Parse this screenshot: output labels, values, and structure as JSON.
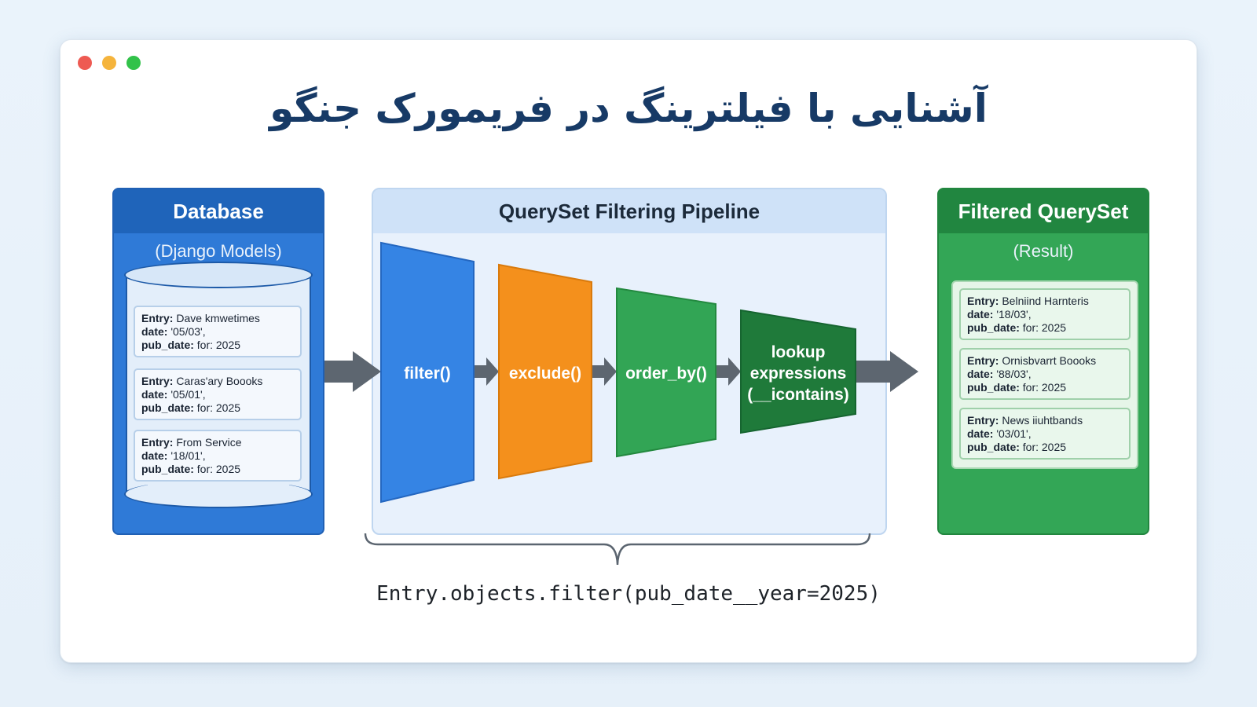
{
  "window": {
    "controls": [
      "close",
      "minimize",
      "maximize"
    ]
  },
  "title": "آشنایی با فیلترینگ در فریمورک جنگو",
  "database": {
    "header": "Database",
    "subtitle": "(Django Models)",
    "records": [
      {
        "entry_label": "Entry:",
        "entry": " Dave kmwetimes",
        "date_label": "date:",
        "date": " '05/03',",
        "pub_label": "pub_date:",
        "pub": " for: 2025"
      },
      {
        "entry_label": "Entry:",
        "entry": " Caras'ary Boooks",
        "date_label": "date:",
        "date": " '05/01',",
        "pub_label": "pub_date:",
        "pub": " for: 2025"
      },
      {
        "entry_label": "Entry:",
        "entry": " From Service",
        "date_label": "date:",
        "date": " '18/01',",
        "pub_label": "pub_date:",
        "pub": " for: 2025"
      }
    ]
  },
  "pipeline": {
    "header": "QuerySet Filtering Pipeline",
    "stages": [
      {
        "label": "filter()",
        "color": "#3584e4"
      },
      {
        "label": "exclude()",
        "color": "#f4901c"
      },
      {
        "label": "order_by()",
        "color": "#32a555"
      },
      {
        "label_lines": [
          "lookup",
          "expressions",
          "(__icontains)"
        ],
        "color": "#1f7a3a"
      }
    ]
  },
  "result": {
    "header": "Filtered QuerySet",
    "subtitle": "(Result)",
    "records": [
      {
        "entry_label": "Entry:",
        "entry": " Belniind Harnteris",
        "date_label": "date:",
        "date": " '18/03',",
        "pub_label": "pub_date:",
        "pub": " for: 2025"
      },
      {
        "entry_label": "Entry:",
        "entry": " Ornisbvarrt Boooks",
        "date_label": "date:",
        "date": " '88/03',",
        "pub_label": "pub_date:",
        "pub": " for: 2025"
      },
      {
        "entry_label": "Entry:",
        "entry": " News iiuhtbands",
        "date_label": "date:",
        "date": " '03/01',",
        "pub_label": "pub_date:",
        "pub": " for: 2025"
      }
    ]
  },
  "code": "Entry.objects.filter(pub_date__year=2025)",
  "colors": {
    "title": "#173a66",
    "database": "#2f7ad7",
    "pipeline_bg": "#e8f1fc",
    "result": "#33a656",
    "arrow": "#5d6670"
  }
}
